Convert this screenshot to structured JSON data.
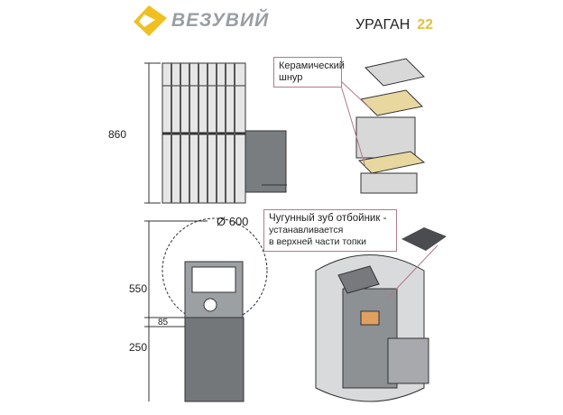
{
  "logo": {
    "brand": "ВЕЗУВИЙ",
    "accent": "#f0c020"
  },
  "header": {
    "model": "УРАГАН",
    "number": "22"
  },
  "front_view": {
    "height_dim": "860"
  },
  "callout_cord": {
    "line1": "Керамический",
    "line2": "шнур"
  },
  "top_view": {
    "diameter": "Ø 600",
    "dim_550": "550",
    "dim_85": "85",
    "dim_250": "250"
  },
  "callout_tooth": {
    "line1": "Чугунный зуб отбойник -",
    "line2": "устанавливается",
    "line3": "в верхней части топки"
  },
  "colors": {
    "callout_border": "#b07a86",
    "metal": "#6b6e72"
  }
}
